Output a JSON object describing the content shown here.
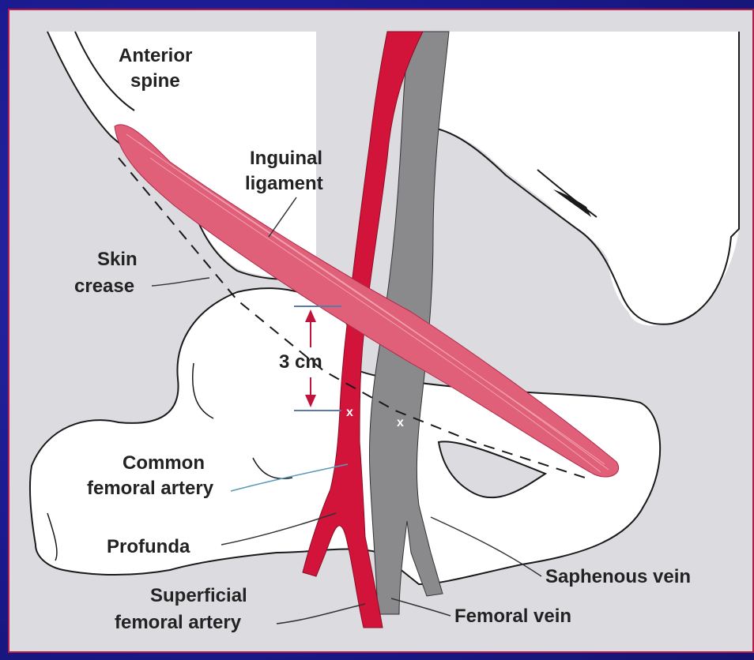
{
  "labels": {
    "anterior_spine_1": "Anterior",
    "anterior_spine_2": "spine",
    "inguinal_1": "Inguinal",
    "inguinal_2": "ligament",
    "skin_1": "Skin",
    "skin_2": "crease",
    "distance": "3 cm",
    "common_1": "Common",
    "common_2": "femoral artery",
    "profunda": "Profunda",
    "superficial_1": "Superficial",
    "superficial_2": "femoral artery",
    "saphenous": "Saphenous vein",
    "femoral_vein": "Femoral vein",
    "mark_artery": "x",
    "mark_vein": "x"
  },
  "colors": {
    "background": "#1b1a8f",
    "panel": "#dcdce0",
    "artery": "#d2143a",
    "vein": "#8a8a8c",
    "ligament": "#e0607a",
    "bone_fill": "#ffffff",
    "outline": "#1a1a1a"
  }
}
